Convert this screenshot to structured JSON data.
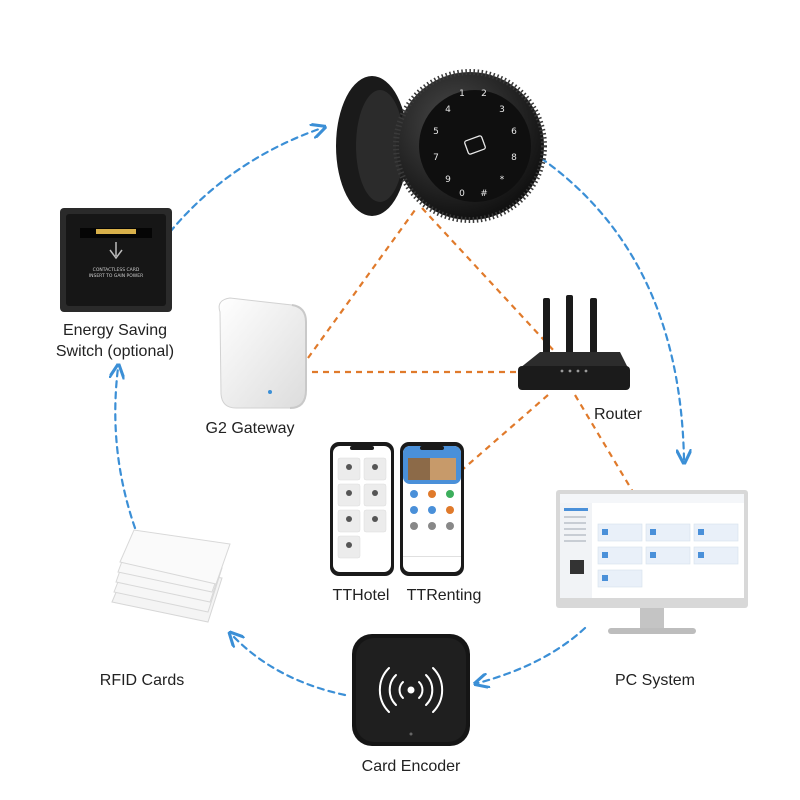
{
  "labels": {
    "energy_switch_line1": "Energy Saving",
    "energy_switch_line2": "Switch (optional)",
    "gateway": "G2 Gateway",
    "router": "Router",
    "tthotel": "TTHotel",
    "ttrenting": "TTRenting",
    "rfid_cards": "RFID Cards",
    "pc_system": "PC System",
    "card_encoder": "Card Encoder"
  },
  "device_text": {
    "energy_switch_card_line1": "CONTACTLESS CARD",
    "energy_switch_card_line2": "INSERT TO GAIN POWER",
    "keypad_digits": [
      "1",
      "2",
      "3",
      "4",
      "5",
      "6",
      "7",
      "8",
      "9",
      "*",
      "0",
      "#"
    ]
  },
  "colors": {
    "flow_arrow": "#3b8fd6",
    "network_link": "#e07a2b",
    "device_black": "#1c1c1c",
    "screen_blue": "#4a90d9"
  }
}
